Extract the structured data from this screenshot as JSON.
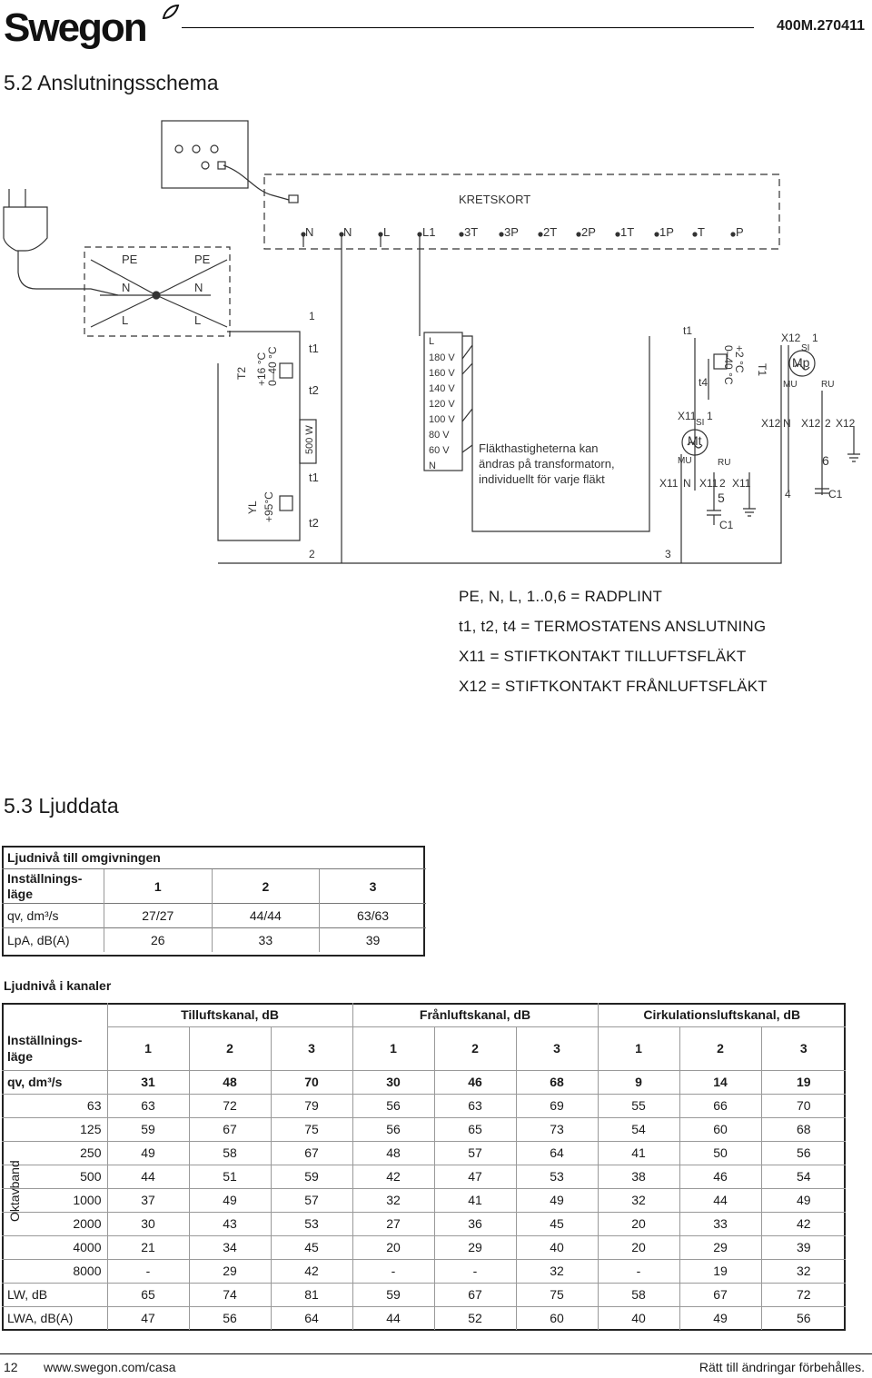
{
  "header": {
    "logo": "Swegon",
    "doc_number": "400M.270411"
  },
  "section_52": {
    "title": "5.2 Anslutningsschema",
    "diagram": {
      "board_label": "KRETSKORT",
      "board_terminals": [
        "N",
        "N",
        "L",
        "L1",
        "3T",
        "3P",
        "2T",
        "2P",
        "1T",
        "1P",
        "T",
        "P"
      ],
      "plug_terms_left": [
        "PE",
        "N",
        "L"
      ],
      "plug_terms_right": [
        "PE",
        "N",
        "L"
      ],
      "t2_label": "T2",
      "t2_range": "+16 °C",
      "t2_range2": "0–40 °C",
      "yl_label": "YL",
      "yl_temp": "+95°C",
      "heater": "500 W",
      "node_1": "1",
      "node_2": "2",
      "node_3": "3",
      "t1_a": "t1",
      "t2_a": "t2",
      "t1_b": "t1",
      "t2_b": "t2",
      "voltages": [
        "L",
        "180 V",
        "160 V",
        "140 V",
        "120 V",
        "100 V",
        "80 V",
        "60 V",
        "N"
      ],
      "fan_note": [
        "Fläkthastigheterna kan",
        "ändras på transformatorn,",
        "individuellt för varje fläkt"
      ],
      "supply_fan": {
        "t1": "t1",
        "t4": "t4",
        "t1_label": "T1",
        "temp1": "+2 °C",
        "temp2": "0–40 °C",
        "x11": "X11",
        "si": "SI",
        "one": "1",
        "mt": "Mt",
        "mu": "MU",
        "ru": "RU",
        "n": "N",
        "two": "2",
        "five": "5",
        "c1": "C1"
      },
      "exhaust_fan": {
        "x12": "X12",
        "one": "1",
        "si": "SI",
        "mp": "Mp",
        "mu": "MU",
        "ru": "RU",
        "n": "N",
        "two": "2",
        "four": "4",
        "six": "6",
        "c1": "C1"
      }
    },
    "legend": [
      "PE, N, L, 1..0,6 = RADPLINT",
      "t1, t2, t4 = TERMOSTATENS ANSLUTNING",
      "X11 = STIFTKONTAKT TILLUFTSFLÄKT",
      "X12 = STIFTKONTAKT FRÅNLUFTSFLÄKT"
    ]
  },
  "section_53": {
    "title": "5.3 Ljuddata",
    "ambient": {
      "title": "Ljudnivå till omgivningen",
      "setting_label": "Inställnings-\nläge",
      "settings": [
        "1",
        "2",
        "3"
      ],
      "rows": [
        {
          "label": "qv, dm³/s",
          "values": [
            "27/27",
            "44/44",
            "63/63"
          ]
        },
        {
          "label": "LpA, dB(A)",
          "values": [
            "26",
            "33",
            "39"
          ]
        }
      ]
    },
    "ducts": {
      "title": "Ljudnivå i kanaler",
      "groups": [
        "Tilluftskanal, dB",
        "Frånluftskanal, dB",
        "Cirkulationsluftskanal, dB"
      ],
      "setting_label": "Inställnings-\nläge",
      "settings": [
        "1",
        "2",
        "3",
        "1",
        "2",
        "3",
        "1",
        "2",
        "3"
      ],
      "qv_label": "qv, dm³/s",
      "qv": [
        "31",
        "48",
        "70",
        "30",
        "46",
        "68",
        "9",
        "14",
        "19"
      ],
      "band_label": "Oktavband",
      "bands": [
        {
          "f": "63",
          "v": [
            "63",
            "72",
            "79",
            "56",
            "63",
            "69",
            "55",
            "66",
            "70"
          ]
        },
        {
          "f": "125",
          "v": [
            "59",
            "67",
            "75",
            "56",
            "65",
            "73",
            "54",
            "60",
            "68"
          ]
        },
        {
          "f": "250",
          "v": [
            "49",
            "58",
            "67",
            "48",
            "57",
            "64",
            "41",
            "50",
            "56"
          ]
        },
        {
          "f": "500",
          "v": [
            "44",
            "51",
            "59",
            "42",
            "47",
            "53",
            "38",
            "46",
            "54"
          ]
        },
        {
          "f": "1000",
          "v": [
            "37",
            "49",
            "57",
            "32",
            "41",
            "49",
            "32",
            "44",
            "49"
          ]
        },
        {
          "f": "2000",
          "v": [
            "30",
            "43",
            "53",
            "27",
            "36",
            "45",
            "20",
            "33",
            "42"
          ]
        },
        {
          "f": "4000",
          "v": [
            "21",
            "34",
            "45",
            "20",
            "29",
            "40",
            "20",
            "29",
            "39"
          ]
        },
        {
          "f": "8000",
          "v": [
            "-",
            "29",
            "42",
            "-",
            "-",
            "32",
            "-",
            "19",
            "32"
          ]
        }
      ],
      "lw_label": "LW, dB",
      "lw": [
        "65",
        "74",
        "81",
        "59",
        "67",
        "75",
        "58",
        "67",
        "72"
      ],
      "lwa_label": "LWA, dB(A)",
      "lwa": [
        "47",
        "56",
        "64",
        "44",
        "52",
        "60",
        "40",
        "49",
        "56"
      ]
    }
  },
  "footer": {
    "page": "12",
    "url": "www.swegon.com/casa",
    "rights": "Rätt till ändringar förbehålles."
  }
}
